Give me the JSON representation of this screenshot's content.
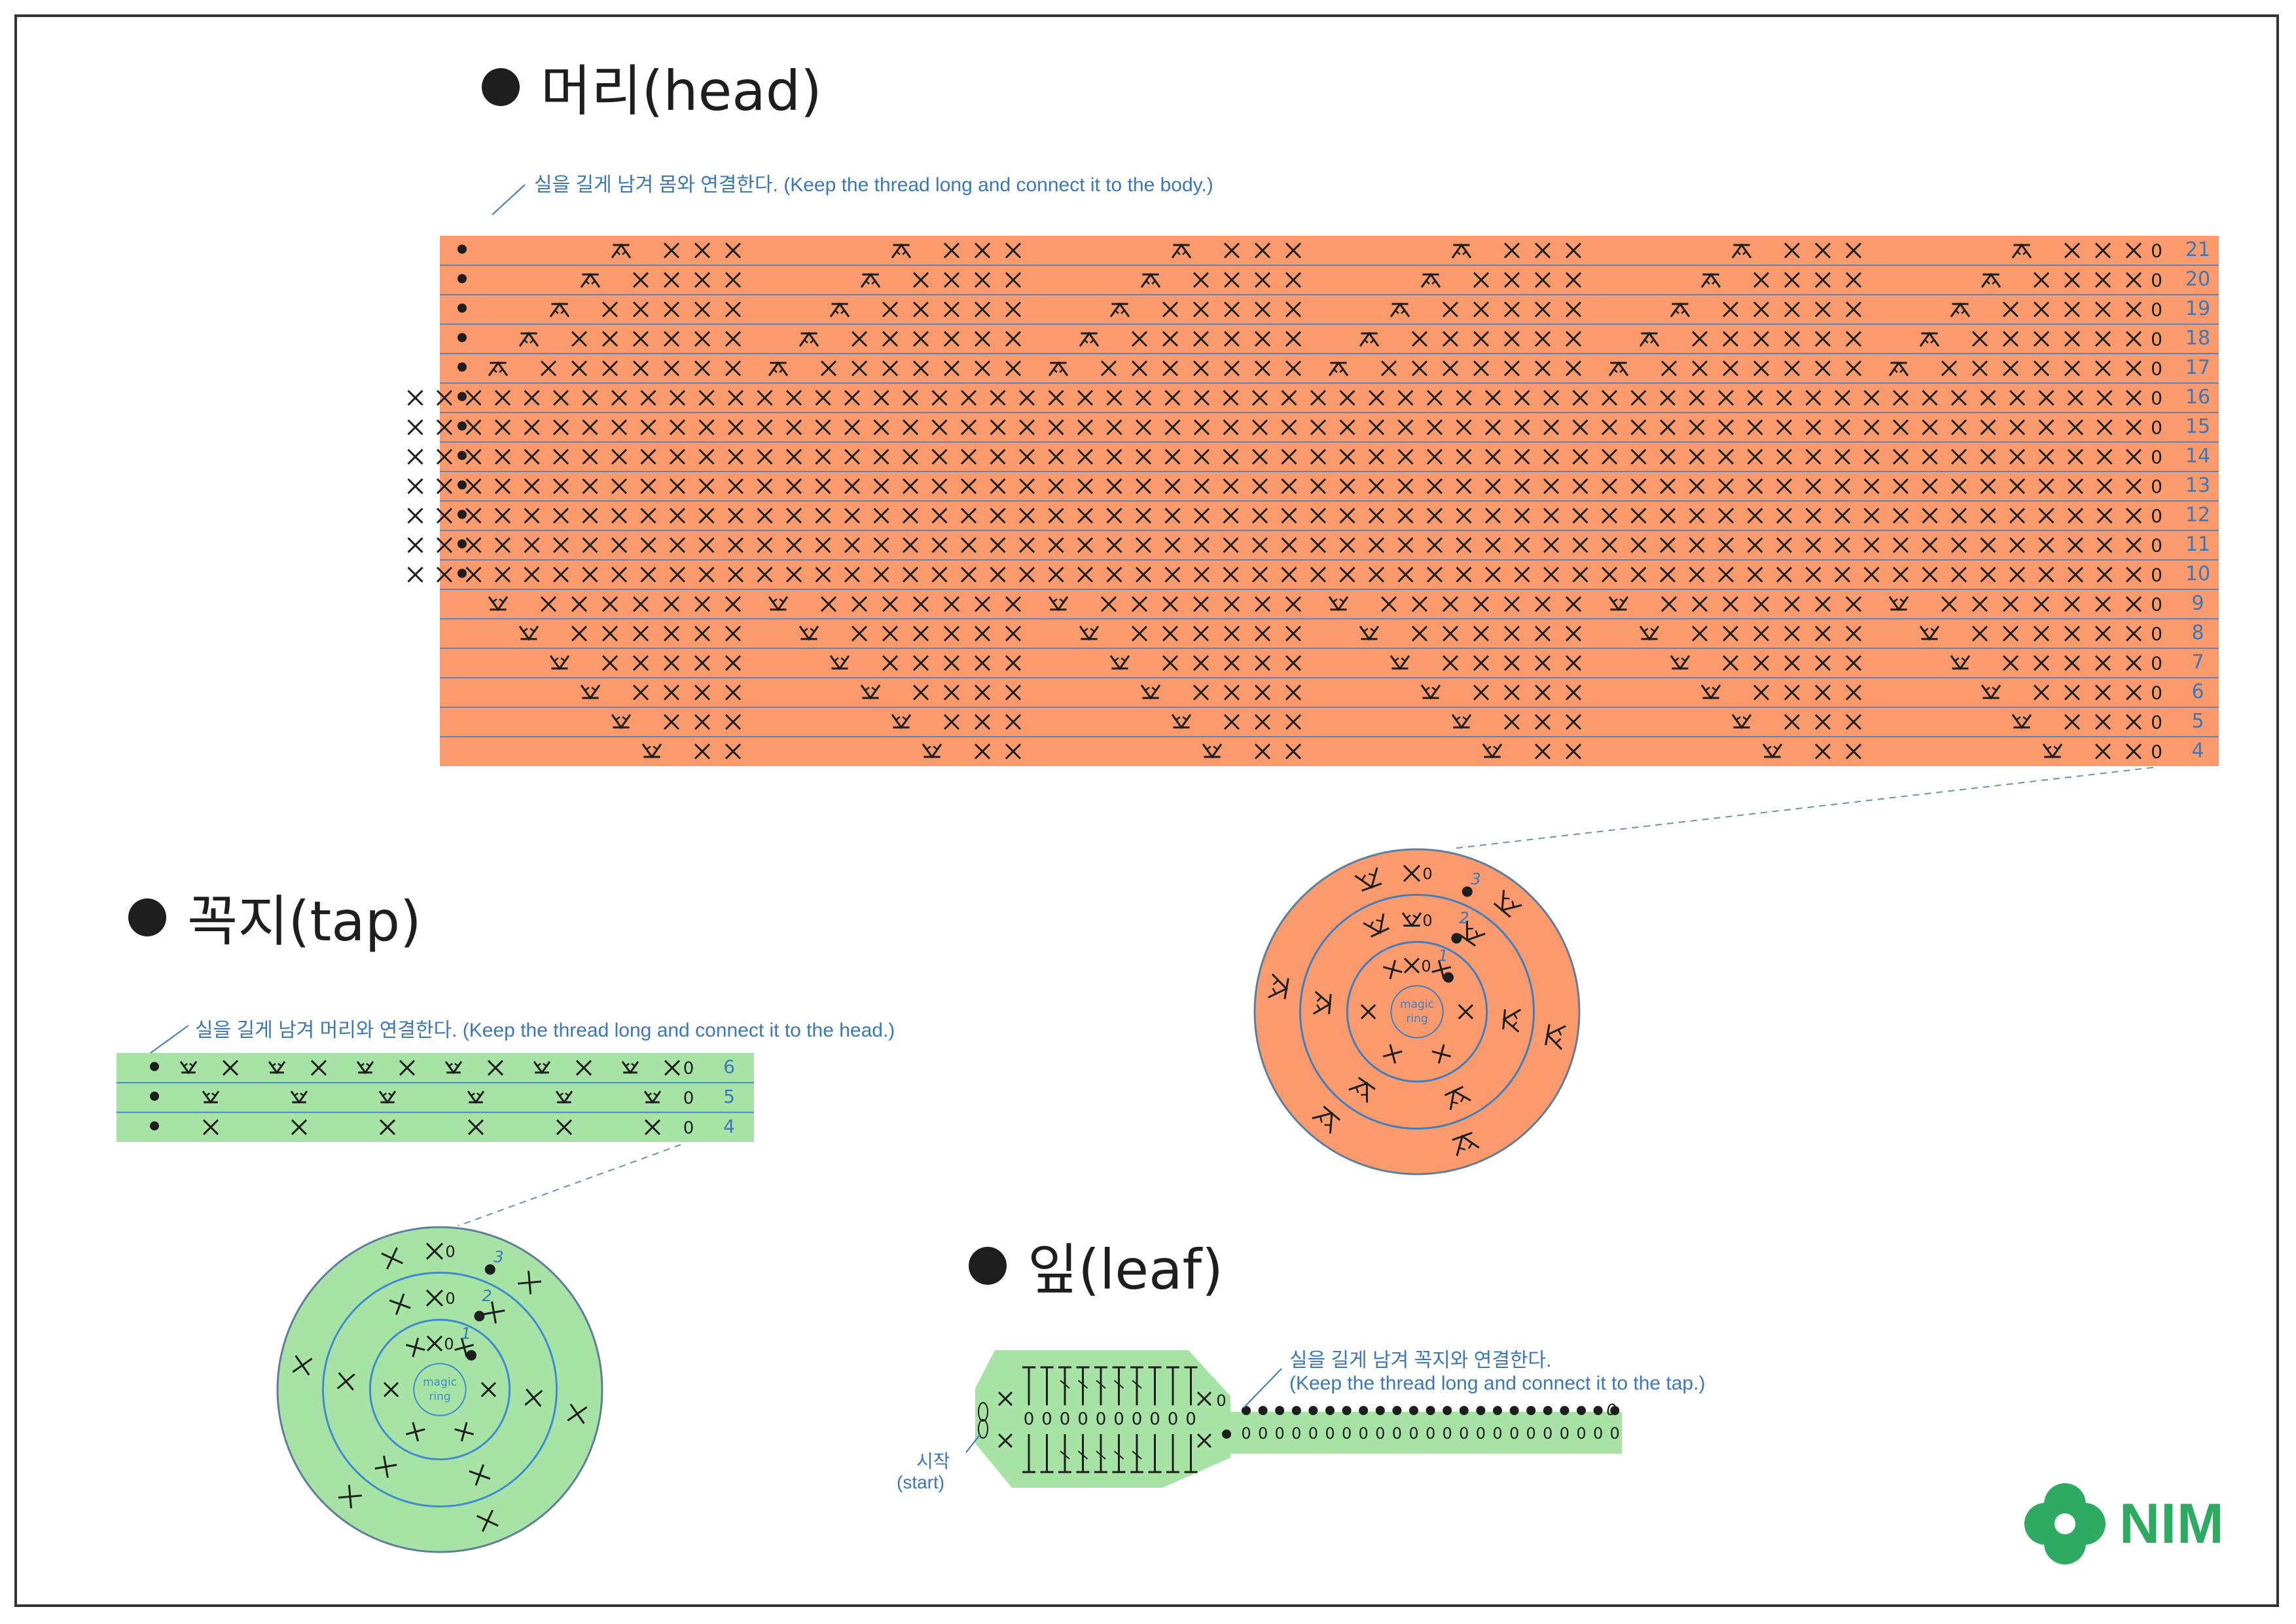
{
  "colors": {
    "head": "#fb9b6d",
    "head_grid": "#5f85b6",
    "green": "#a7e3a5",
    "green_line": "#3e8ccf",
    "label": "#3a78b8",
    "stitch": "#1e1e1e",
    "logo": "#2faa62"
  },
  "head": {
    "title": "머리(head)",
    "note": "실을 길게 남겨 몸와 연결한다. (Keep the thread long and connect it to the body.)",
    "row_numbers": [
      "21",
      "20",
      "19",
      "18",
      "17",
      "16",
      "15",
      "14",
      "13",
      "12",
      "11",
      "10",
      "9",
      "8",
      "7",
      "6",
      "5",
      "4"
    ],
    "chain_mark": "0",
    "circle": {
      "center_label": "magic ring",
      "round_labels": [
        "1",
        "2",
        "3"
      ],
      "chain_mark": "0"
    }
  },
  "tap": {
    "title": "꼭지(tap)",
    "note": "실을 길게 남겨 머리와 연결한다. (Keep the thread long and connect it to the head.)",
    "row_numbers": [
      "6",
      "5",
      "4"
    ],
    "chain_mark": "0",
    "circle": {
      "center_label": "magic ring",
      "round_labels": [
        "1",
        "2",
        "3"
      ],
      "chain_mark": "0"
    }
  },
  "leaf": {
    "title": "잎(leaf)",
    "note_line1": "실을 길게 남겨 꼭지와 연결한다.",
    "note_line2": "(Keep the thread long and connect it to the tap.)",
    "start_line1": "시작",
    "start_line2": "(start)",
    "chain_mark": "0"
  },
  "logo": {
    "text": "NIM",
    "icon": "flower-icon"
  }
}
